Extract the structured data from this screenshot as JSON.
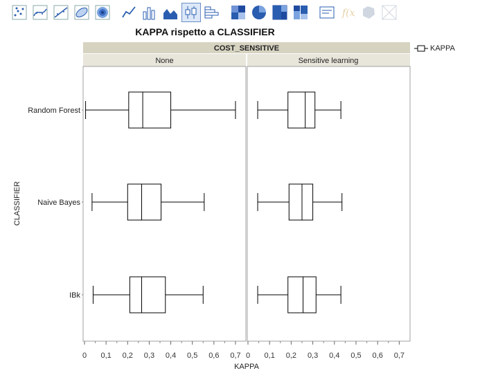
{
  "toolbar": {
    "buttons": [
      {
        "name": "points-icon"
      },
      {
        "name": "smoother-icon"
      },
      {
        "name": "line-of-fit-icon"
      },
      {
        "name": "ellipse-icon"
      },
      {
        "name": "contour-icon"
      },
      {
        "name": "line-icon"
      },
      {
        "name": "bar-icon"
      },
      {
        "name": "area-icon"
      },
      {
        "name": "box-plot-icon",
        "active": true
      },
      {
        "name": "histogram-icon"
      },
      {
        "name": "heatmap-icon"
      },
      {
        "name": "pie-icon"
      },
      {
        "name": "treemap-icon"
      },
      {
        "name": "mosaic-icon"
      },
      {
        "name": "caption-box-icon"
      },
      {
        "name": "formula-icon",
        "disabled": true
      },
      {
        "name": "map-shape-icon",
        "disabled": true
      },
      {
        "name": "map-grid-icon",
        "disabled": true
      }
    ]
  },
  "colors": {
    "header_bg": "#d6d3c1",
    "subheader_bg": "#e8e6db",
    "box_stroke": "#000000",
    "frame": "#a0a0a0",
    "active_button": "#dce8f8"
  },
  "legend": {
    "label": "KAPPA"
  },
  "chart_data": {
    "type": "boxplot",
    "orientation": "horizontal",
    "title": "KAPPA rispetto a CLASSIFIER",
    "xlabel": "KAPPA",
    "ylabel": "CLASSIFIER",
    "facet_variable": "COST_SENSITIVE",
    "facets": [
      "None",
      "Sensitive learning"
    ],
    "categories": [
      "Random Forest",
      "Naive Bayes",
      "IBk"
    ],
    "xlim": [
      0,
      0.73
    ],
    "xticks": [
      "0",
      "0,1",
      "0,2",
      "0,3",
      "0,4",
      "0,5",
      "0,6",
      "0,7"
    ],
    "xtick_values": [
      0,
      0.1,
      0.2,
      0.3,
      0.4,
      0.5,
      0.6,
      0.7
    ],
    "grid": false,
    "legend_position": "top-right",
    "series": [
      {
        "name": "KAPPA",
        "facet": "None",
        "boxes": [
          {
            "category": "Random Forest",
            "min": 0.005,
            "q1": 0.205,
            "median": 0.27,
            "q3": 0.4,
            "max": 0.7
          },
          {
            "category": "Naive Bayes",
            "min": 0.035,
            "q1": 0.2,
            "median": 0.265,
            "q3": 0.355,
            "max": 0.555
          },
          {
            "category": "IBk",
            "min": 0.04,
            "q1": 0.21,
            "median": 0.265,
            "q3": 0.375,
            "max": 0.55
          }
        ]
      },
      {
        "name": "KAPPA",
        "facet": "Sensitive learning",
        "boxes": [
          {
            "category": "Random Forest",
            "min": 0.045,
            "q1": 0.185,
            "median": 0.265,
            "q3": 0.31,
            "max": 0.43
          },
          {
            "category": "Naive Bayes",
            "min": 0.045,
            "q1": 0.19,
            "median": 0.25,
            "q3": 0.3,
            "max": 0.435
          },
          {
            "category": "IBk",
            "min": 0.045,
            "q1": 0.185,
            "median": 0.255,
            "q3": 0.315,
            "max": 0.43
          }
        ]
      }
    ]
  }
}
